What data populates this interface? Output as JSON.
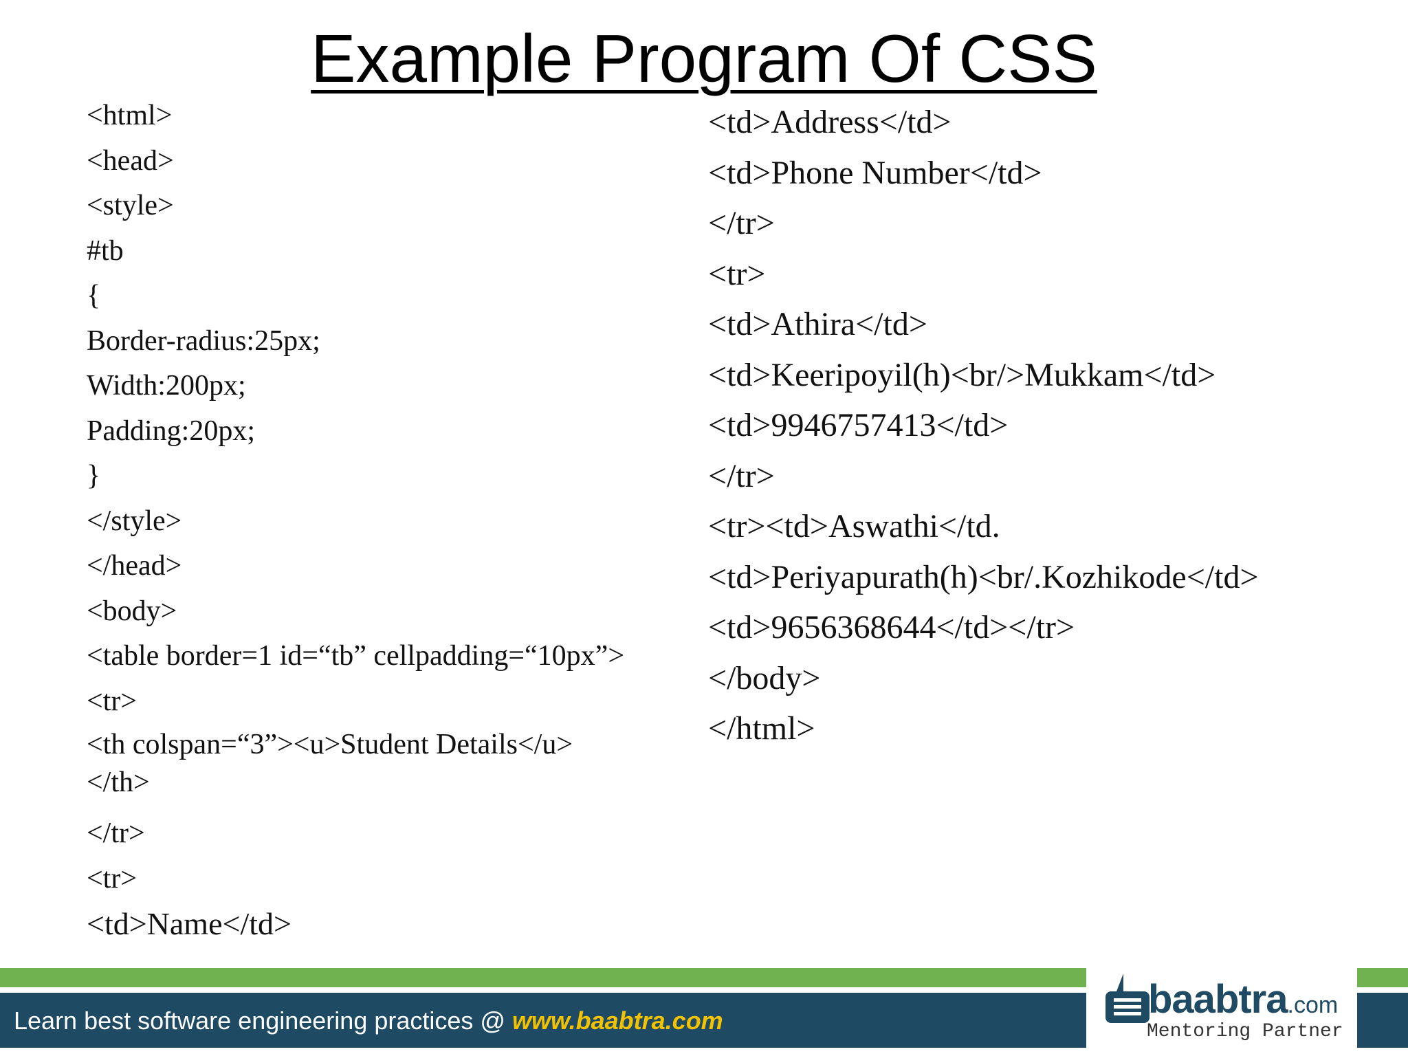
{
  "title": "Example Program Of CSS",
  "left_code": [
    "<html>",
    "<head>",
    "<style>",
    "#tb",
    "{",
    "Border-radius:25px;",
    "Width:200px;",
    "Padding:20px;",
    "}",
    "</style>",
    "</head>",
    "<body>",
    "<table border=1 id=“tb” cellpadding=“10px”>",
    "<tr>",
    "<th colspan=“3”><u>Student Details</u></th>",
    "</tr>",
    "<tr>",
    "<td>Name</td>"
  ],
  "right_code": [
    "<td>Address</td>",
    "<td>Phone Number</td>",
    "</tr>",
    "<tr>",
    "<td>Athira</td>",
    "<td>Keeripoyil(h)<br/>Mukkam</td>",
    "<td>9946757413</td>",
    "</tr>",
    "<tr><td>Aswathi</td.",
    "<td>Periyapurath(h)<br/.Kozhikode</td>",
    "<td>9656368644</td></tr>",
    "</body>",
    "</html>"
  ],
  "footer": {
    "tagline": "Learn best software engineering practices @ ",
    "link": "www.baabtra.com"
  },
  "logo": {
    "name": "baabtra",
    "domain": ".com",
    "tagline": "Mentoring Partner",
    "icon": "baabtra-logo-icon"
  },
  "colors": {
    "footer_green": "#6fb24f",
    "footer_blue": "#1e4a63",
    "link_yellow": "#f2c200"
  }
}
